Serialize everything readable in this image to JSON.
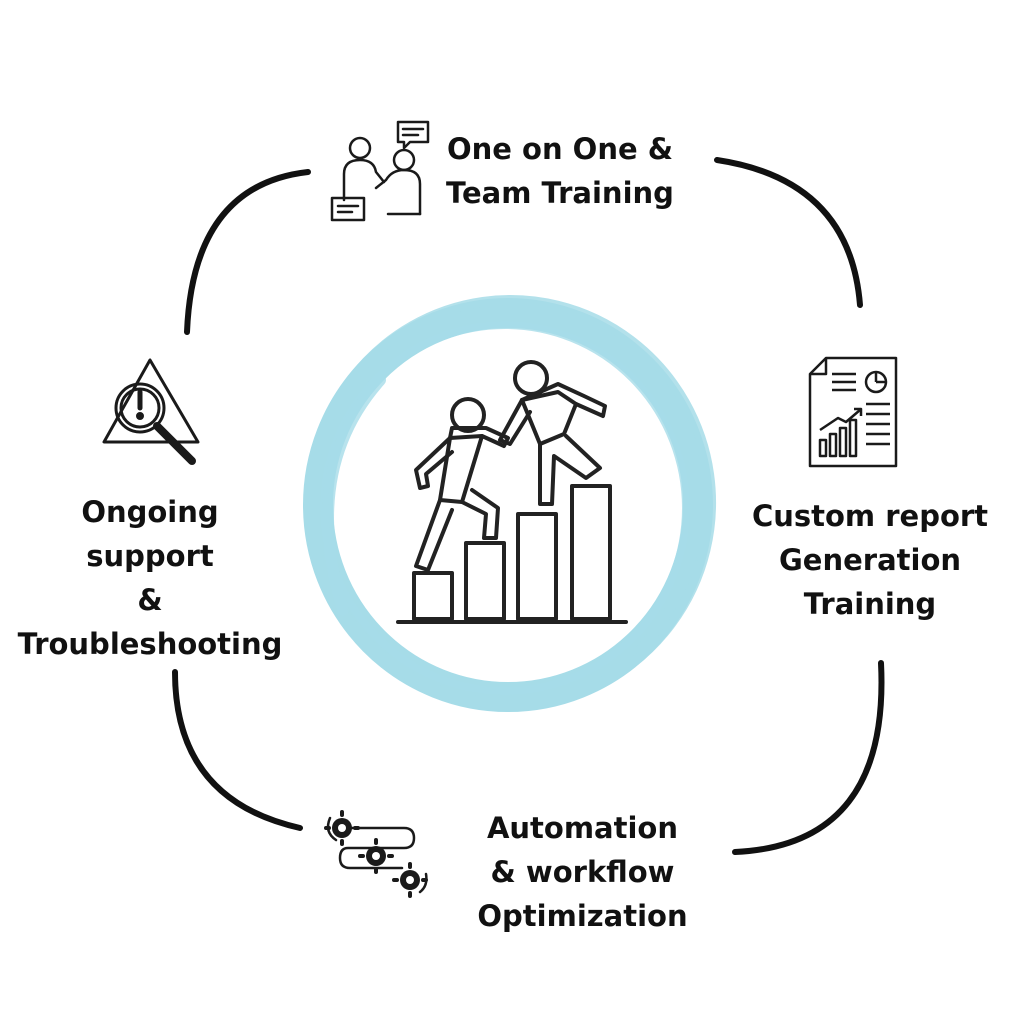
{
  "nodes": [
    {
      "id": "training",
      "icon": "team-training-icon",
      "lines": [
        "One on One &",
        "Team Training"
      ]
    },
    {
      "id": "report",
      "icon": "report-document-icon",
      "lines": [
        "Custom report",
        "Generation",
        "Training"
      ]
    },
    {
      "id": "automation",
      "icon": "workflow-gears-icon",
      "lines": [
        "Automation",
        "& workflow",
        "Optimization"
      ]
    },
    {
      "id": "support",
      "icon": "warning-magnifier-icon",
      "lines": [
        "Ongoing",
        "support",
        "&",
        "Troubleshooting"
      ]
    }
  ],
  "center": {
    "icon": "climbing-helping-hand-icon"
  },
  "colors": {
    "ring": "#a6dce8",
    "stroke": "#111111",
    "text": "#111111",
    "background": "#ffffff"
  }
}
